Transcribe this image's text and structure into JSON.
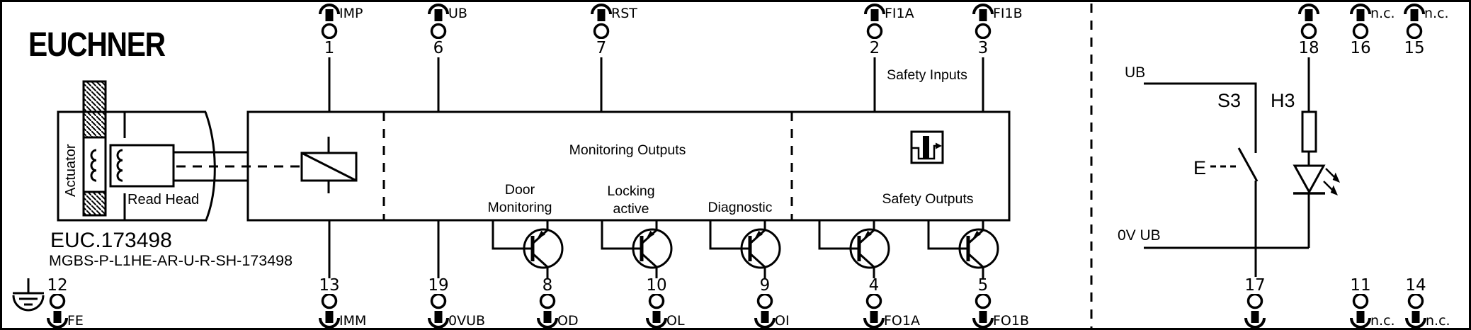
{
  "colors": {
    "ink": "#000000",
    "background": "#ffffff"
  },
  "brand": "EUCHNER",
  "device": {
    "order_code": "EUC.173498",
    "type_code": "MGBS-P-L1HE-AR-U-R-SH-173498"
  },
  "diagram": {
    "actuator_label": "Actuator",
    "read_head_label": "Read Head",
    "safety_inputs_label": "Safety Inputs",
    "monitoring_outputs_label": "Monitoring Outputs",
    "door_monitoring": {
      "line1": "Door",
      "line2": "Monitoring"
    },
    "locking_active": {
      "line1": "Locking",
      "line2": "active"
    },
    "diagnostic_label": "Diagnostic",
    "safety_outputs_label": "Safety Outputs"
  },
  "example_circuit": {
    "supply_label": "UB",
    "ground_label": "0V UB",
    "switch_label": "S3",
    "lamp_label": "H3",
    "enable_label": "E"
  },
  "pins": {
    "top": [
      {
        "number": "1",
        "label": "IMP"
      },
      {
        "number": "6",
        "label": "UB"
      },
      {
        "number": "7",
        "label": "RST"
      },
      {
        "number": "2",
        "label": "FI1A"
      },
      {
        "number": "3",
        "label": "FI1B"
      },
      {
        "number": "18",
        "label": ""
      },
      {
        "number": "16",
        "label": "n.c."
      },
      {
        "number": "15",
        "label": "n.c."
      }
    ],
    "bottom": [
      {
        "number": "12",
        "label": "FE"
      },
      {
        "number": "13",
        "label": "IMM"
      },
      {
        "number": "19",
        "label": "0VUB"
      },
      {
        "number": "8",
        "label": "OD"
      },
      {
        "number": "10",
        "label": "OL"
      },
      {
        "number": "9",
        "label": "OI"
      },
      {
        "number": "4",
        "label": "FO1A"
      },
      {
        "number": "5",
        "label": "FO1B"
      },
      {
        "number": "17",
        "label": ""
      },
      {
        "number": "11",
        "label": "n.c."
      },
      {
        "number": "14",
        "label": "n.c."
      }
    ]
  }
}
